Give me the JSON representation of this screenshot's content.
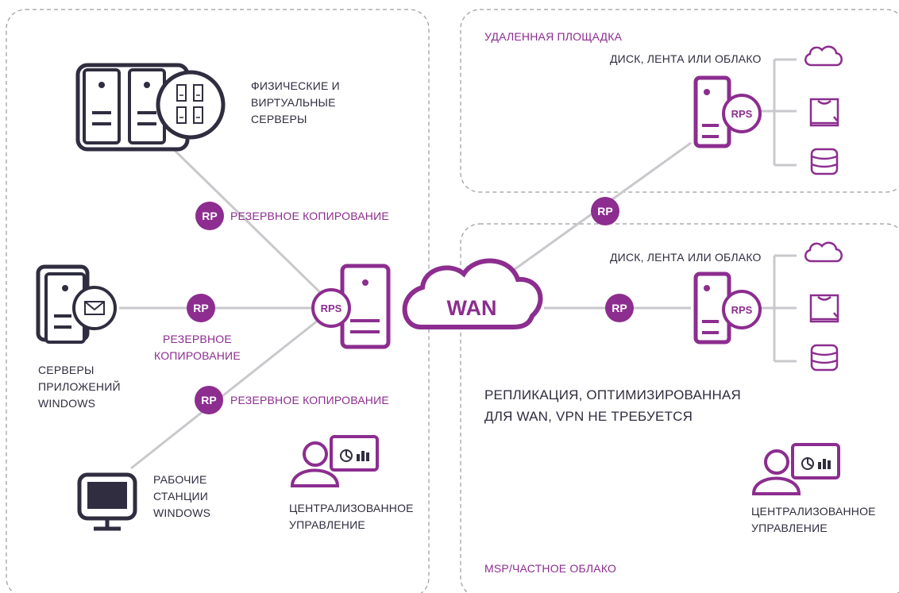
{
  "colors": {
    "accent": "#8c2d8f",
    "dark": "#2f2d3f",
    "line": "#c9c9cd",
    "dash": "#9a9aa2",
    "screen": "#2f2d3f"
  },
  "regions": {
    "remote_site": "УДАЛЕННАЯ ПЛОЩАДКА",
    "msp_cloud": "MSP/ЧАСТНОЕ ОБЛАКО"
  },
  "nodes": {
    "servers": [
      "ФИЗИЧЕСКИЕ И",
      "ВИРТУАЛЬНЫЕ",
      "СЕРВЕРЫ"
    ],
    "app_servers": [
      "СЕРВЕРЫ",
      "ПРИЛОЖЕНИЙ",
      "WINDOWS"
    ],
    "workstations": [
      "РАБОЧИЕ",
      "СТАНЦИИ",
      "WINDOWS"
    ],
    "mgmt_left": [
      "ЦЕНТРАЛИЗОВАННОЕ",
      "УПРАВЛЕНИЕ"
    ],
    "mgmt_right": [
      "ЦЕНТРАЛИЗОВАННОЕ",
      "УПРАВЛЕНИЕ"
    ],
    "storage_top": "ДИСК, ЛЕНТА ИЛИ ОБЛАКО",
    "storage_bottom": "ДИСК, ЛЕНТА ИЛИ ОБЛАКО",
    "wan": "WAN"
  },
  "edges": {
    "backup_top": "РЕЗЕРВНОЕ КОПИРОВАНИЕ",
    "backup_mid": [
      "РЕЗЕРВНОЕ",
      "КОПИРОВАНИЕ"
    ],
    "backup_bottom": "РЕЗЕРВНОЕ КОПИРОВАНИЕ",
    "replication": [
      "РЕПЛИКАЦИЯ, ОПТИМИЗИРОВАННАЯ",
      "ДЛЯ WAN, VPN НЕ ТРЕБУЕТСЯ"
    ]
  },
  "badges": {
    "rp": "RP",
    "rps": "RPS"
  },
  "icons": [
    "server-icon",
    "virtual-machines-icon",
    "mail-icon",
    "monitor-icon",
    "user-icon",
    "dashboard-icon",
    "cloud-icon",
    "tape-icon",
    "database-icon"
  ]
}
